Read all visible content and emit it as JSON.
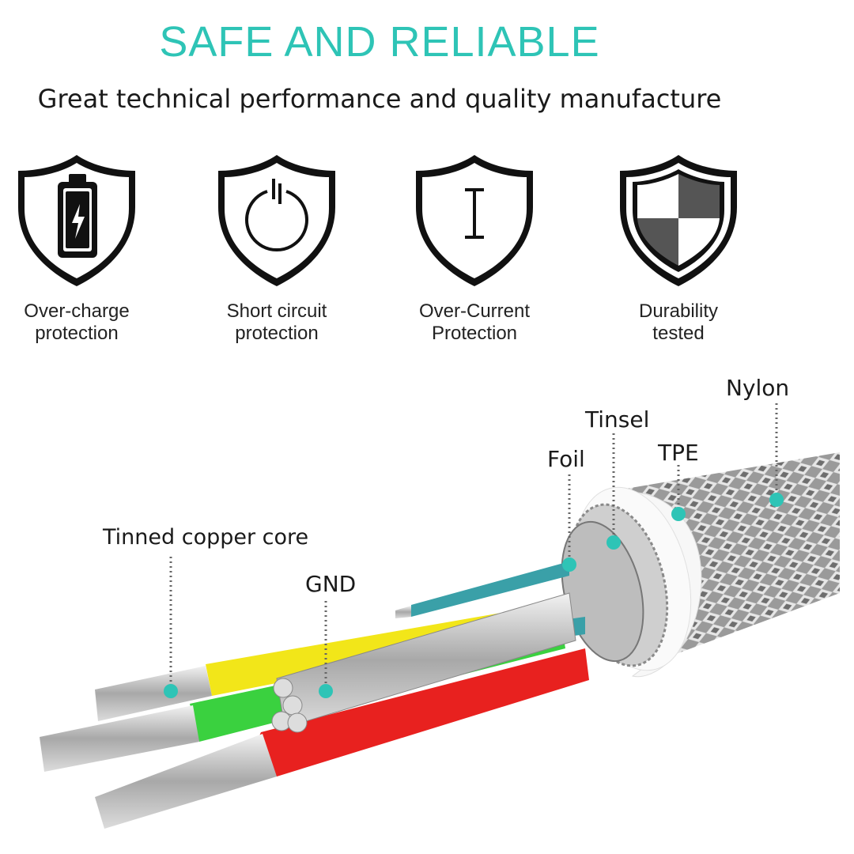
{
  "header": {
    "title": "SAFE AND RELIABLE",
    "subtitle": "Great technical performance and quality manufacture"
  },
  "features": [
    {
      "icon": "battery-shield-icon",
      "line1": "Over-charge",
      "line2": "protection"
    },
    {
      "icon": "power-shield-icon",
      "line1": "Short circuit",
      "line2": "protection"
    },
    {
      "icon": "current-shield-icon",
      "line1": "Over-Current",
      "line2": "Protection"
    },
    {
      "icon": "checkered-shield-icon",
      "line1": "Durability",
      "line2": "tested"
    }
  ],
  "cable_layers": {
    "nylon": "Nylon",
    "tinsel": "Tinsel",
    "tpe": "TPE",
    "foil": "Foil",
    "core": "Tinned copper core",
    "gnd": "GND"
  },
  "colors": {
    "accent": "#2ec4b6",
    "yellow_wire": "#f2e619",
    "green_wire": "#3ad13f",
    "red_wire": "#e8211f",
    "blue_wire": "#3aa0a8"
  }
}
